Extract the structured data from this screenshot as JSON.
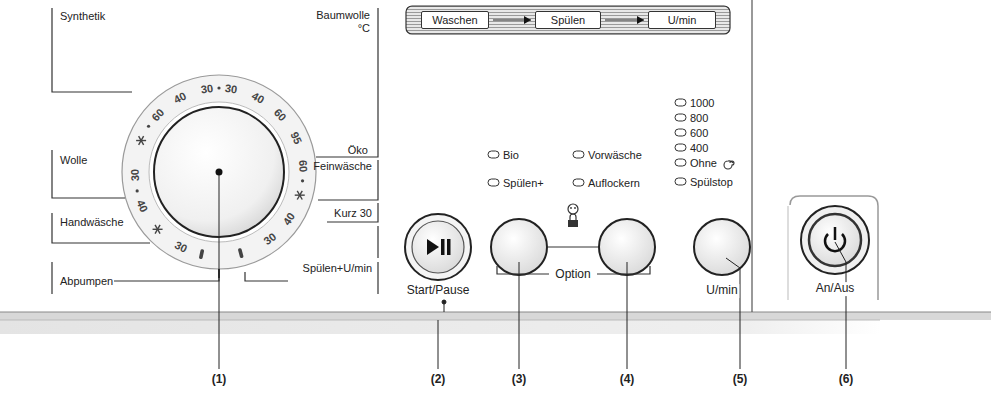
{
  "diagram": {
    "nodes": [
      {
        "text": [
          "Waschen"
        ]
      },
      {
        "text": [
          "Spülen"
        ]
      },
      {
        "text": [
          "U/min"
        ]
      }
    ],
    "edges": [
      {
        "from": 0,
        "to": 1,
        "arrow": "to"
      },
      {
        "from": 1,
        "to": 2,
        "arrow": "to"
      }
    ],
    "labels": [
      "Synthetik",
      "Baumwolle °C",
      "Öko",
      "Wolle",
      "Feinwäsche",
      "Handwäsche",
      "Kurz 30",
      "Abpumpen",
      "Spülen+U/min",
      "30",
      "40",
      "60",
      "95",
      "60",
      "40",
      "30",
      "30",
      "40",
      "60",
      "30",
      "40",
      "30",
      "Bio",
      "Vorwäsche",
      "Spülen+",
      "Auflockern",
      "1000",
      "800",
      "600",
      "400",
      "Ohne",
      "Spülstop",
      "Start/Pause",
      "Option",
      "U/min",
      "An/Aus",
      "(1)",
      "(2)",
      "(3)",
      "(4)",
      "(5)",
      "(6)"
    ]
  }
}
